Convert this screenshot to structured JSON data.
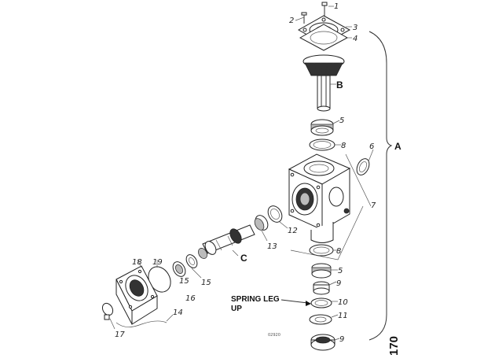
{
  "callouts": {
    "n1": "1",
    "n2": "2",
    "n3": "3",
    "n4": "4",
    "n5": "5",
    "n6": "6",
    "n7": "7",
    "n8a": "8",
    "n8b": "8",
    "n9a": "9",
    "n9b": "9",
    "n10": "10",
    "n11": "11",
    "n12": "12",
    "n13": "13",
    "n14": "14",
    "n15a": "15",
    "n15b": "15",
    "n16": "16",
    "n17": "17",
    "n18": "18",
    "n19": "19"
  },
  "assemblies": {
    "a": "A",
    "b": "B",
    "c": "C"
  },
  "spring_leg": {
    "line1": "SPRING LEG",
    "line2": "UP"
  },
  "drawing_code": "02920",
  "page_number": "170"
}
